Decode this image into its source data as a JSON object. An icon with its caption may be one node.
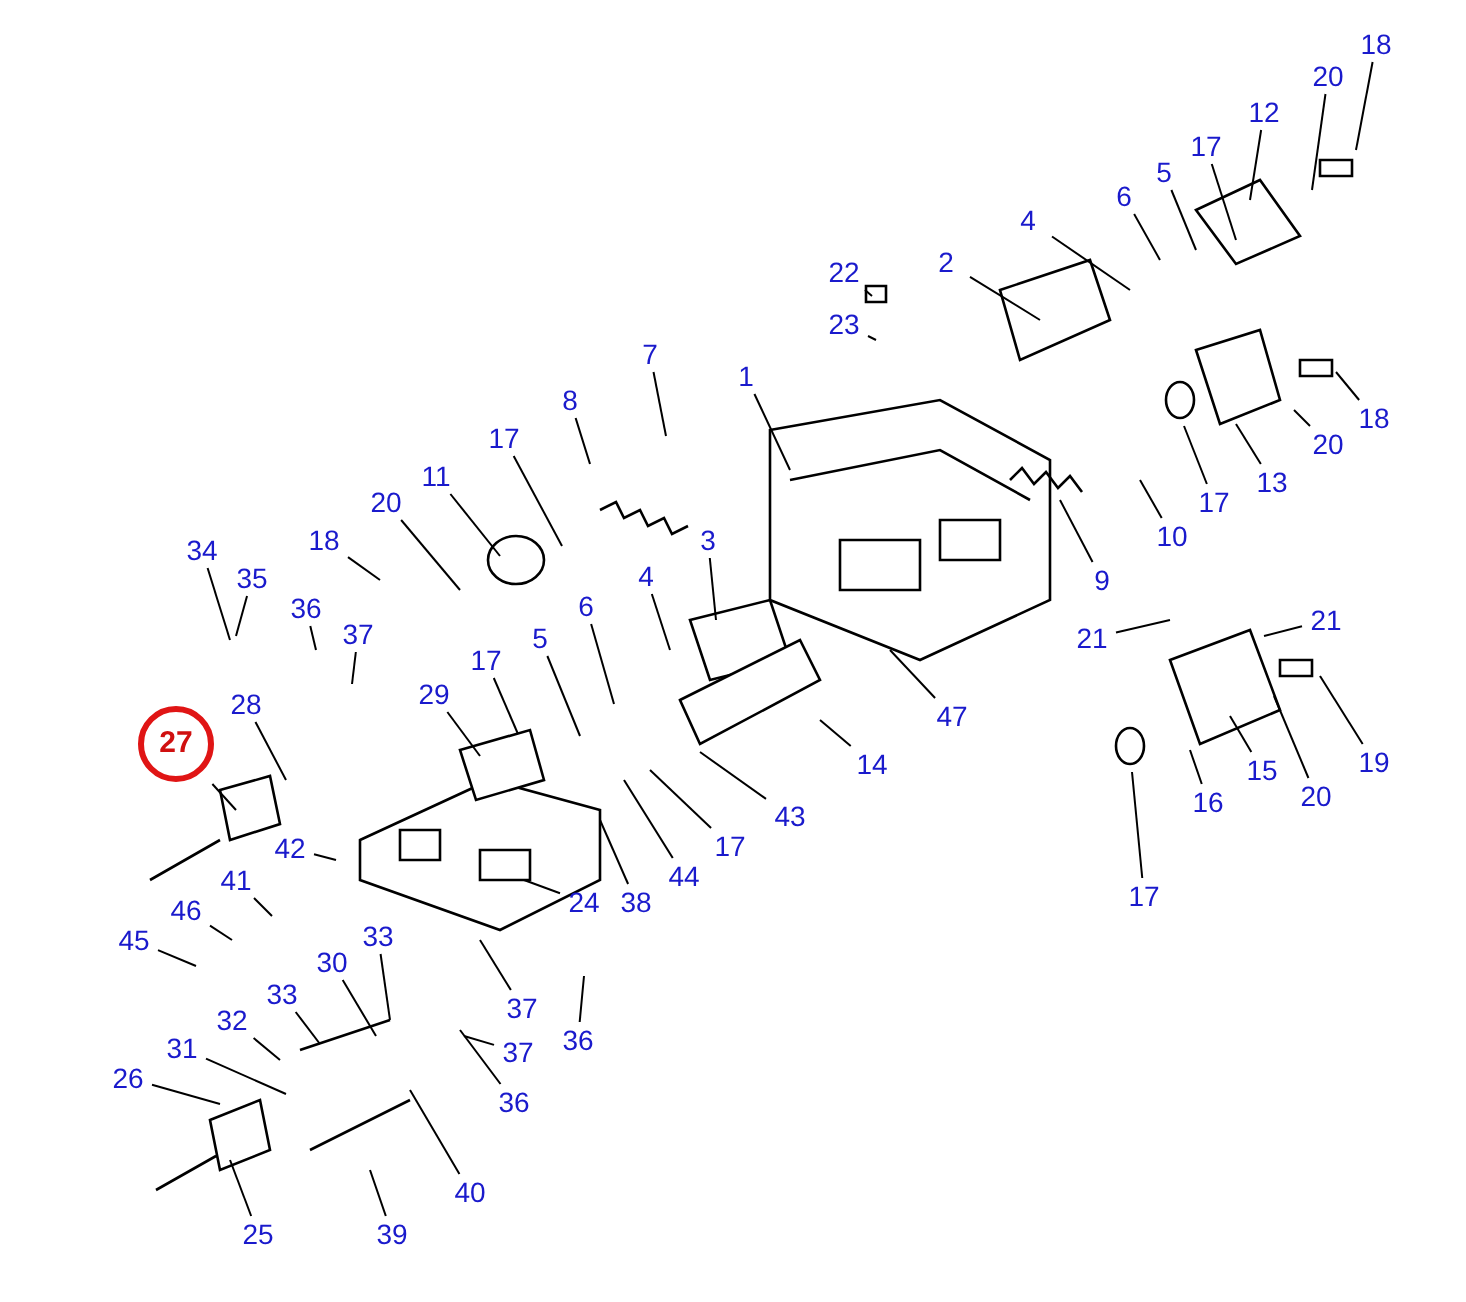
{
  "diagram": {
    "nodes": [
      {
        "text": [
          "18"
        ]
      },
      {
        "text": [
          "20"
        ]
      },
      {
        "text": [
          "12"
        ]
      },
      {
        "text": [
          "17"
        ]
      },
      {
        "text": [
          "5"
        ]
      },
      {
        "text": [
          "6"
        ]
      },
      {
        "text": [
          "4"
        ]
      },
      {
        "text": [
          "2"
        ]
      },
      {
        "text": [
          "22"
        ]
      },
      {
        "text": [
          "23"
        ]
      },
      {
        "text": [
          "7"
        ]
      },
      {
        "text": [
          "1"
        ]
      },
      {
        "text": [
          "18"
        ]
      },
      {
        "text": [
          "20"
        ]
      },
      {
        "text": [
          "13"
        ]
      },
      {
        "text": [
          "17"
        ]
      },
      {
        "text": [
          "8"
        ]
      },
      {
        "text": [
          "17"
        ]
      },
      {
        "text": [
          "11"
        ]
      },
      {
        "text": [
          "20"
        ]
      },
      {
        "text": [
          "10"
        ]
      },
      {
        "text": [
          "9"
        ]
      },
      {
        "text": [
          "18"
        ]
      },
      {
        "text": [
          "34"
        ]
      },
      {
        "text": [
          "35"
        ]
      },
      {
        "text": [
          "36"
        ]
      },
      {
        "text": [
          "37"
        ]
      },
      {
        "text": [
          "6"
        ]
      },
      {
        "text": [
          "4"
        ]
      },
      {
        "text": [
          "3"
        ]
      },
      {
        "text": [
          "5"
        ]
      },
      {
        "text": [
          "17"
        ]
      },
      {
        "text": [
          "29"
        ]
      },
      {
        "text": [
          "21"
        ]
      },
      {
        "text": [
          "21"
        ]
      },
      {
        "text": [
          "47"
        ]
      },
      {
        "text": [
          "14"
        ]
      },
      {
        "text": [
          "43"
        ]
      },
      {
        "text": [
          "19"
        ]
      },
      {
        "text": [
          "15"
        ]
      },
      {
        "text": [
          "20"
        ]
      },
      {
        "text": [
          "16"
        ]
      },
      {
        "text": [
          "17"
        ]
      },
      {
        "text": [
          "44"
        ]
      },
      {
        "text": [
          "38"
        ]
      },
      {
        "text": [
          "24"
        ]
      },
      {
        "text": [
          "28"
        ]
      },
      {
        "text": [
          "27"
        ]
      },
      {
        "text": [
          "42"
        ]
      },
      {
        "text": [
          "41"
        ]
      },
      {
        "text": [
          "46"
        ]
      },
      {
        "text": [
          "45"
        ]
      },
      {
        "text": [
          "33"
        ]
      },
      {
        "text": [
          "30"
        ]
      },
      {
        "text": [
          "33"
        ]
      },
      {
        "text": [
          "32"
        ]
      },
      {
        "text": [
          "37"
        ]
      },
      {
        "text": [
          "37"
        ]
      },
      {
        "text": [
          "36"
        ]
      },
      {
        "text": [
          "36"
        ]
      },
      {
        "text": [
          "31"
        ]
      },
      {
        "text": [
          "26"
        ]
      },
      {
        "text": [
          "40"
        ]
      },
      {
        "text": [
          "25"
        ]
      },
      {
        "text": [
          "39"
        ]
      },
      {
        "text": [
          "17"
        ]
      }
    ],
    "edges": [
      {
        "from": 0,
        "to": null,
        "arrow": "none"
      },
      {
        "from": 1,
        "to": null,
        "arrow": "none"
      },
      {
        "from": 2,
        "to": null,
        "arrow": "none"
      },
      {
        "from": 3,
        "to": null,
        "arrow": "none"
      },
      {
        "from": 4,
        "to": null,
        "arrow": "none"
      },
      {
        "from": 5,
        "to": null,
        "arrow": "none"
      },
      {
        "from": 6,
        "to": null,
        "arrow": "none"
      },
      {
        "from": 7,
        "to": null,
        "arrow": "none"
      },
      {
        "from": 8,
        "to": null,
        "arrow": "none"
      },
      {
        "from": 9,
        "to": null,
        "arrow": "none"
      },
      {
        "from": 10,
        "to": null,
        "arrow": "none"
      },
      {
        "from": 11,
        "to": null,
        "arrow": "none"
      },
      {
        "from": 12,
        "to": null,
        "arrow": "none"
      },
      {
        "from": 13,
        "to": null,
        "arrow": "none"
      },
      {
        "from": 14,
        "to": null,
        "arrow": "none"
      },
      {
        "from": 15,
        "to": null,
        "arrow": "none"
      },
      {
        "from": 16,
        "to": null,
        "arrow": "none"
      },
      {
        "from": 17,
        "to": null,
        "arrow": "none"
      },
      {
        "from": 18,
        "to": null,
        "arrow": "none"
      },
      {
        "from": 19,
        "to": null,
        "arrow": "none"
      },
      {
        "from": 20,
        "to": null,
        "arrow": "none"
      },
      {
        "from": 21,
        "to": null,
        "arrow": "none"
      },
      {
        "from": 22,
        "to": null,
        "arrow": "none"
      },
      {
        "from": 23,
        "to": null,
        "arrow": "none"
      },
      {
        "from": 24,
        "to": null,
        "arrow": "none"
      },
      {
        "from": 25,
        "to": null,
        "arrow": "none"
      },
      {
        "from": 26,
        "to": null,
        "arrow": "none"
      },
      {
        "from": 27,
        "to": null,
        "arrow": "none"
      },
      {
        "from": 28,
        "to": null,
        "arrow": "none"
      },
      {
        "from": 29,
        "to": null,
        "arrow": "none"
      },
      {
        "from": 30,
        "to": null,
        "arrow": "none"
      },
      {
        "from": 31,
        "to": null,
        "arrow": "none"
      },
      {
        "from": 32,
        "to": null,
        "arrow": "none"
      },
      {
        "from": 33,
        "to": null,
        "arrow": "none"
      },
      {
        "from": 34,
        "to": null,
        "arrow": "none"
      },
      {
        "from": 35,
        "to": null,
        "arrow": "none"
      },
      {
        "from": 36,
        "to": null,
        "arrow": "none"
      },
      {
        "from": 37,
        "to": null,
        "arrow": "none"
      },
      {
        "from": 38,
        "to": null,
        "arrow": "none"
      },
      {
        "from": 39,
        "to": null,
        "arrow": "none"
      },
      {
        "from": 40,
        "to": null,
        "arrow": "none"
      },
      {
        "from": 41,
        "to": null,
        "arrow": "none"
      },
      {
        "from": 42,
        "to": null,
        "arrow": "none"
      },
      {
        "from": 43,
        "to": null,
        "arrow": "none"
      },
      {
        "from": 44,
        "to": null,
        "arrow": "none"
      },
      {
        "from": 45,
        "to": null,
        "arrow": "none"
      },
      {
        "from": 46,
        "to": null,
        "arrow": "none"
      },
      {
        "from": 47,
        "to": null,
        "arrow": "none"
      },
      {
        "from": 48,
        "to": null,
        "arrow": "none"
      },
      {
        "from": 49,
        "to": null,
        "arrow": "none"
      },
      {
        "from": 50,
        "to": null,
        "arrow": "none"
      },
      {
        "from": 51,
        "to": null,
        "arrow": "none"
      },
      {
        "from": 52,
        "to": null,
        "arrow": "none"
      },
      {
        "from": 53,
        "to": null,
        "arrow": "none"
      },
      {
        "from": 54,
        "to": null,
        "arrow": "none"
      },
      {
        "from": 55,
        "to": null,
        "arrow": "none"
      },
      {
        "from": 56,
        "to": null,
        "arrow": "none"
      },
      {
        "from": 57,
        "to": null,
        "arrow": "none"
      },
      {
        "from": 58,
        "to": null,
        "arrow": "none"
      },
      {
        "from": 59,
        "to": null,
        "arrow": "none"
      },
      {
        "from": 60,
        "to": null,
        "arrow": "none"
      },
      {
        "from": 61,
        "to": null,
        "arrow": "none"
      },
      {
        "from": 62,
        "to": null,
        "arrow": "none"
      },
      {
        "from": 63,
        "to": null,
        "arrow": "none"
      },
      {
        "from": 64,
        "to": null,
        "arrow": "none"
      },
      {
        "from": 65,
        "to": null,
        "arrow": "none"
      }
    ]
  }
}
